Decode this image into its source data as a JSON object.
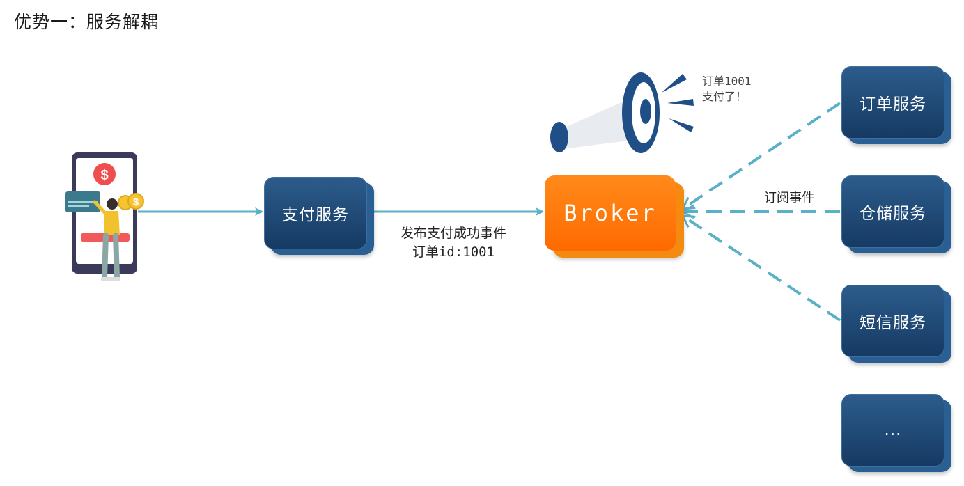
{
  "title": "优势一：服务解耦",
  "payment_service": {
    "label": "支付服务"
  },
  "broker": {
    "label": "Broker"
  },
  "event_label": {
    "line1": "发布支付成功事件",
    "line2": "订单id:1001"
  },
  "announcement": {
    "line1": "订单1001",
    "line2": "支付了！"
  },
  "subscribe_label": "订阅事件",
  "subscribers": [
    {
      "label": "订单服务"
    },
    {
      "label": "仓储服务"
    },
    {
      "label": "短信服务"
    },
    {
      "label": "..."
    }
  ],
  "colors": {
    "service_box": "#1f4a76",
    "broker_box": "#ff7a0a",
    "arrow": "#5ab0c6",
    "megaphone_blue": "#1f4f86"
  },
  "icons": [
    "phone-payment-icon",
    "dollar-coin-icon",
    "megaphone-icon",
    "cursor-icon"
  ]
}
